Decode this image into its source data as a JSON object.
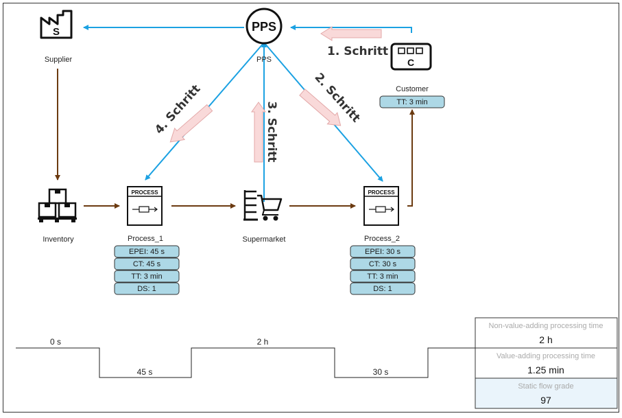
{
  "colors": {
    "info_flow": "#1ba1e2",
    "material_flow": "#6b3a10",
    "step_arrow_fill": "#f9d9d9",
    "step_arrow_stroke": "#e3a8a8",
    "databox_fill": "#add8e6",
    "metrics_highlight": "#eaf4fb"
  },
  "nodes": {
    "supplier": {
      "label": "Supplier",
      "icon_letter": "S",
      "icon": "factory-icon"
    },
    "pps": {
      "label": "PPS",
      "icon_text": "PPS",
      "icon": "pps-circle-icon"
    },
    "customer": {
      "label": "Customer",
      "icon_letter": "C",
      "icon": "customer-building-icon",
      "data": [
        "TT: 3 min"
      ]
    },
    "inventory": {
      "label": "Inventory",
      "icon": "inventory-boxes-icon"
    },
    "process_1": {
      "label": "Process_1",
      "icon_title": "PROCESS",
      "icon": "process-icon",
      "data": [
        "EPEI: 45 s",
        "CT: 45 s",
        "TT: 3 min",
        "DS: 1"
      ]
    },
    "supermarket": {
      "label": "Supermarket",
      "icon": "supermarket-cart-icon"
    },
    "process_2": {
      "label": "Process_2",
      "icon_title": "PROCESS",
      "icon": "process-icon",
      "data": [
        "EPEI: 30 s",
        "CT: 30 s",
        "TT: 3 min",
        "DS: 1"
      ]
    }
  },
  "steps": [
    "1. Schritt",
    "2. Schritt",
    "3. Schritt",
    "4. Schritt"
  ],
  "timeline": {
    "upper": [
      "0 s",
      "2 h"
    ],
    "lower": [
      "45 s",
      "30 s"
    ]
  },
  "metrics": [
    {
      "label": "Non-value-adding processing time",
      "value": "2 h"
    },
    {
      "label": "Value-adding processing time",
      "value": "1.25 min"
    },
    {
      "label": "Static flow grade",
      "value": "97"
    }
  ]
}
